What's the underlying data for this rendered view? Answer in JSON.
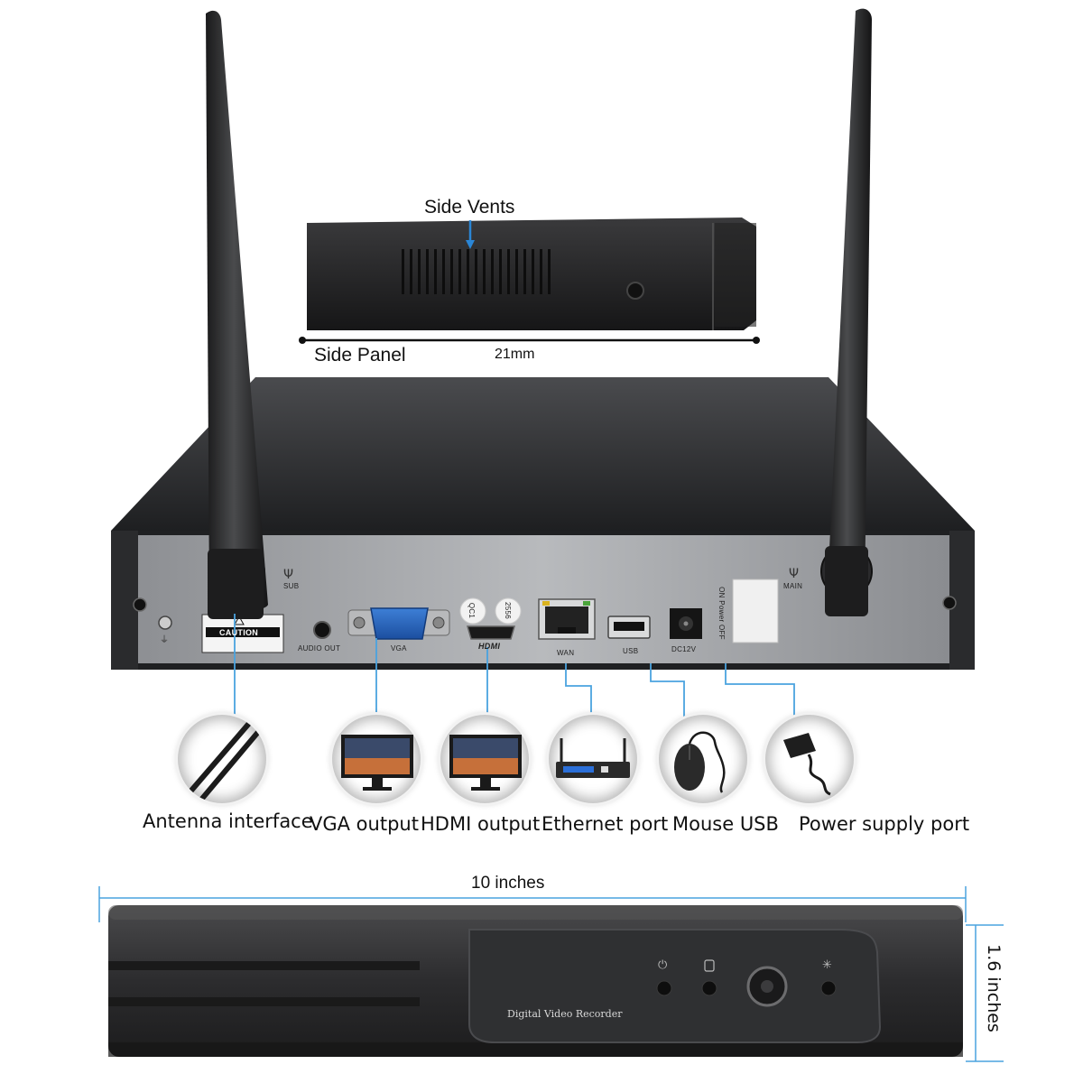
{
  "side_view": {
    "vents_label": "Side Vents",
    "panel_label": "Side Panel",
    "dimension": "21mm"
  },
  "rear_panel": {
    "sub_label": "SUB",
    "main_label": "MAIN",
    "caution_label": "CAUTION",
    "audio_out_label": "AUDIO OUT",
    "vga_label": "VGA",
    "qc_sticker": "QC1",
    "serial_sticker": "2556",
    "hdmi_logo": "HDMI",
    "wan_label": "WAN",
    "usb_label": "USB",
    "dc_label": "DC12V",
    "power_switch_label": "ON Power OFF"
  },
  "callouts": [
    {
      "label": "Antenna interface",
      "icon": "antenna-pair-icon"
    },
    {
      "label": "VGA output",
      "icon": "monitor-icon"
    },
    {
      "label": "HDMI output",
      "icon": "monitor-icon"
    },
    {
      "label": "Ethernet port",
      "icon": "router-icon"
    },
    {
      "label": "Mouse USB",
      "icon": "mouse-icon"
    },
    {
      "label": "Power supply port",
      "icon": "power-adapter-icon"
    }
  ],
  "front_view": {
    "width_label": "10 inches",
    "height_label": "1.6 inches",
    "brand_text": "Digital Video Recorder"
  },
  "colors": {
    "callout_line": "#4aa3df",
    "chassis": "#2a2a2c",
    "panel": "#9a9ca0"
  }
}
